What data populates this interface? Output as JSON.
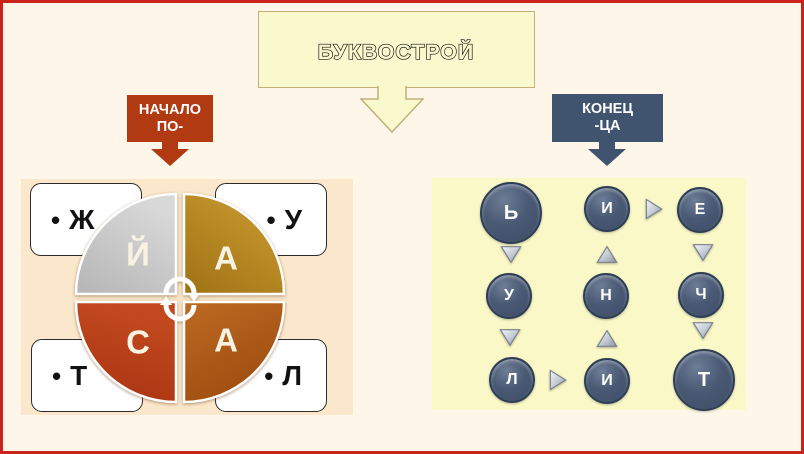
{
  "header": {
    "title": "БУКВОСТРОЙ"
  },
  "sections": {
    "left": {
      "label_line1": "НАЧАЛО",
      "label_line2": "ПО-"
    },
    "right": {
      "label_line1": "КОНЕЦ",
      "label_line2": "-ЦА"
    }
  },
  "left_panel": {
    "corner_cards": [
      {
        "bullet": "•",
        "letter": "Ж",
        "position": "top-left"
      },
      {
        "bullet": "•",
        "letter": "У",
        "position": "top-right"
      },
      {
        "bullet": "•",
        "letter": "Т",
        "position": "bottom-left"
      },
      {
        "bullet": "•",
        "letter": "Л",
        "position": "bottom-right"
      }
    ],
    "pie": {
      "quadrants": [
        {
          "letter": "Й",
          "position": "top-left",
          "color": "#C4C4C4"
        },
        {
          "letter": "А",
          "position": "top-right",
          "color": "#B0801C"
        },
        {
          "letter": "С",
          "position": "bottom-left",
          "color": "#B83B15"
        },
        {
          "letter": "А",
          "position": "bottom-right",
          "color": "#AE5A16"
        }
      ],
      "center_icon": "cycle-arrows-icon"
    }
  },
  "right_panel": {
    "circles": [
      {
        "letter": "Ь",
        "size": "large"
      },
      {
        "letter": "И",
        "size": "normal"
      },
      {
        "letter": "Е",
        "size": "normal"
      },
      {
        "letter": "У",
        "size": "normal"
      },
      {
        "letter": "Н",
        "size": "normal"
      },
      {
        "letter": "Ч",
        "size": "normal"
      },
      {
        "letter": "Л",
        "size": "normal"
      },
      {
        "letter": "И",
        "size": "normal"
      },
      {
        "letter": "Т",
        "size": "large"
      }
    ],
    "arrow_icons": [
      {
        "icon": "triangle-down-icon",
        "between": "Ь-У"
      },
      {
        "icon": "triangle-up-icon",
        "between": "Н-И"
      },
      {
        "icon": "triangle-down-icon",
        "between": "Е-Ч"
      },
      {
        "icon": "triangle-down-icon",
        "between": "У-Л"
      },
      {
        "icon": "triangle-up-icon",
        "between": "И-Н"
      },
      {
        "icon": "triangle-down-icon",
        "between": "Ч-Т"
      },
      {
        "icon": "triangle-right-icon",
        "between": "И-Е"
      },
      {
        "icon": "triangle-right-icon",
        "between": "Л-И"
      }
    ]
  },
  "colors": {
    "slide_border": "#C9231C",
    "slide_bg": "#FDF6E9",
    "title_box_bg": "#FAF8CD",
    "title_box_border": "#C2B078",
    "red_label_bg": "#B13A12",
    "navy_label_bg": "#41546F",
    "left_panel_bg": "#FBE8CC",
    "right_panel_bg": "#FAF8C6",
    "circle_fill": "#46566E",
    "pie_gray": "#C4C4C4",
    "pie_gold": "#B0801C",
    "pie_red": "#B83B15",
    "pie_brown": "#AE5A16"
  }
}
